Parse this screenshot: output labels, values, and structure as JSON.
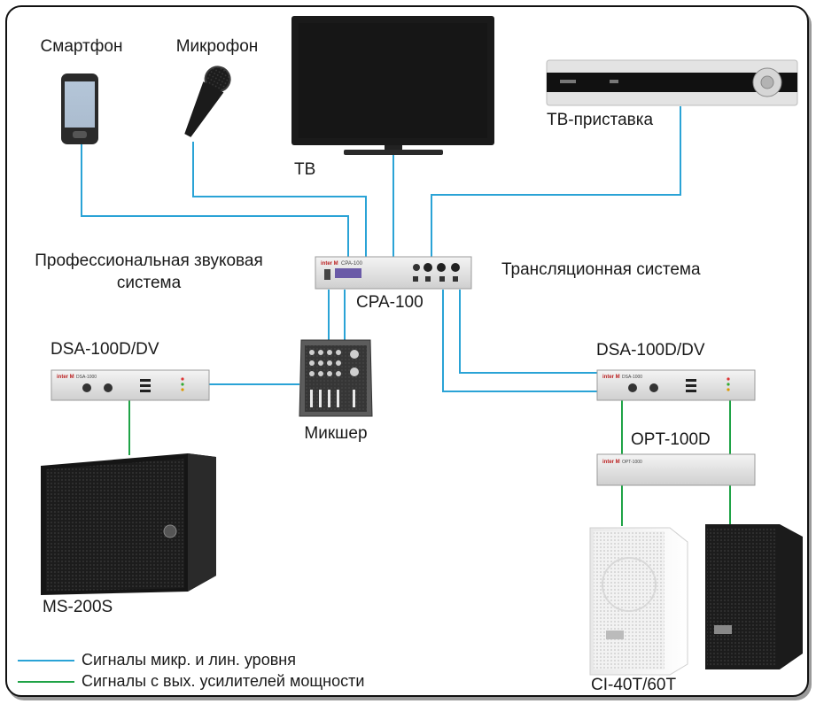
{
  "devices": {
    "smartphone": "Смартфон",
    "microphone": "Микрофон",
    "tv": "ТВ",
    "settop": "ТВ-приставка",
    "pro_system_line1": "Профессиональная звуковая",
    "pro_system_line2": "система",
    "broadcast_system": "Трансляционная система",
    "cpa": "CPA-100",
    "dsa_left": "DSA-100D/DV",
    "dsa_right": "DSA-100D/DV",
    "mixer": "Микшер",
    "opt": "OPT-100D",
    "sub": "MS-200S",
    "speakers": "CI-40T/60T"
  },
  "panel_text": {
    "brand": "inter M",
    "cpa_model": "CPA-100",
    "dsa_model": "DSA-1000",
    "opt_model": "OPT-1000"
  },
  "legend": [
    {
      "label": "Сигналы микр. и лин. уровня",
      "color": "#2aa3d6"
    },
    {
      "label": "Сигналы с вых. усилителей мощности",
      "color": "#1fa346"
    }
  ],
  "colors": {
    "line_level": "#2aa3d6",
    "power_level": "#1fa346"
  }
}
